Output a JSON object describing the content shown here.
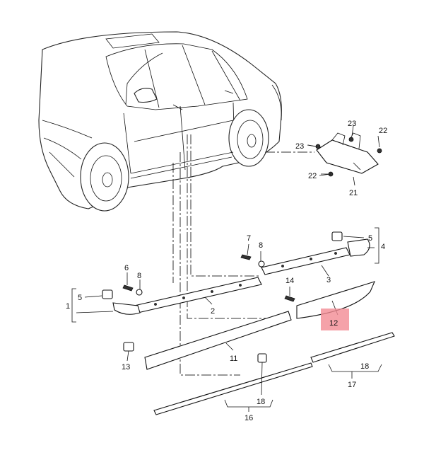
{
  "labels": {
    "p1": "1",
    "p2": "2",
    "p3": "3",
    "p4": "4",
    "p5a": "5",
    "p5b": "5",
    "p6": "6",
    "p7": "7",
    "p8a": "8",
    "p8b": "8",
    "p11": "11",
    "p12": "12",
    "p13": "13",
    "p14": "14",
    "p16": "16",
    "p17": "17",
    "p18a": "18",
    "p18b": "18",
    "p21": "21",
    "p22a": "22",
    "p22b": "22",
    "p23a": "23",
    "p23b": "23"
  },
  "highlight": {
    "part": "12",
    "color": "#f28b93"
  }
}
